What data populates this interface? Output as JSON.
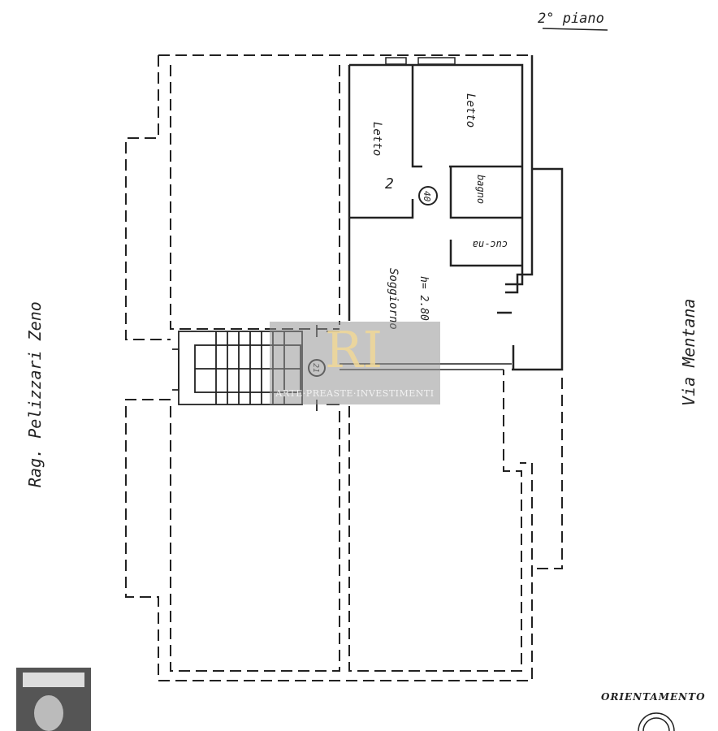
{
  "floor_label": "2° piano",
  "street_left": "Rag. Pelizzari Zeno",
  "street_right": "Via Mentana",
  "rooms": {
    "bedroom_1": "Letto",
    "bedroom_2": "Letto",
    "bedroom_2_number": "2",
    "bathroom": "bagno",
    "kitchen": "cuc-na",
    "living": "Soggiorno",
    "height": "h= 2.80"
  },
  "unit_number": "40",
  "stair_number": "21",
  "orientation_label": "ORIENTAMENTO",
  "watermark": {
    "logo": "RI",
    "text": "ARTE·PREASTE·INVESTIMENTI"
  },
  "colors": {
    "line": "#222222",
    "watermark_bg": "#969696",
    "watermark_logo": "#f0d796"
  }
}
